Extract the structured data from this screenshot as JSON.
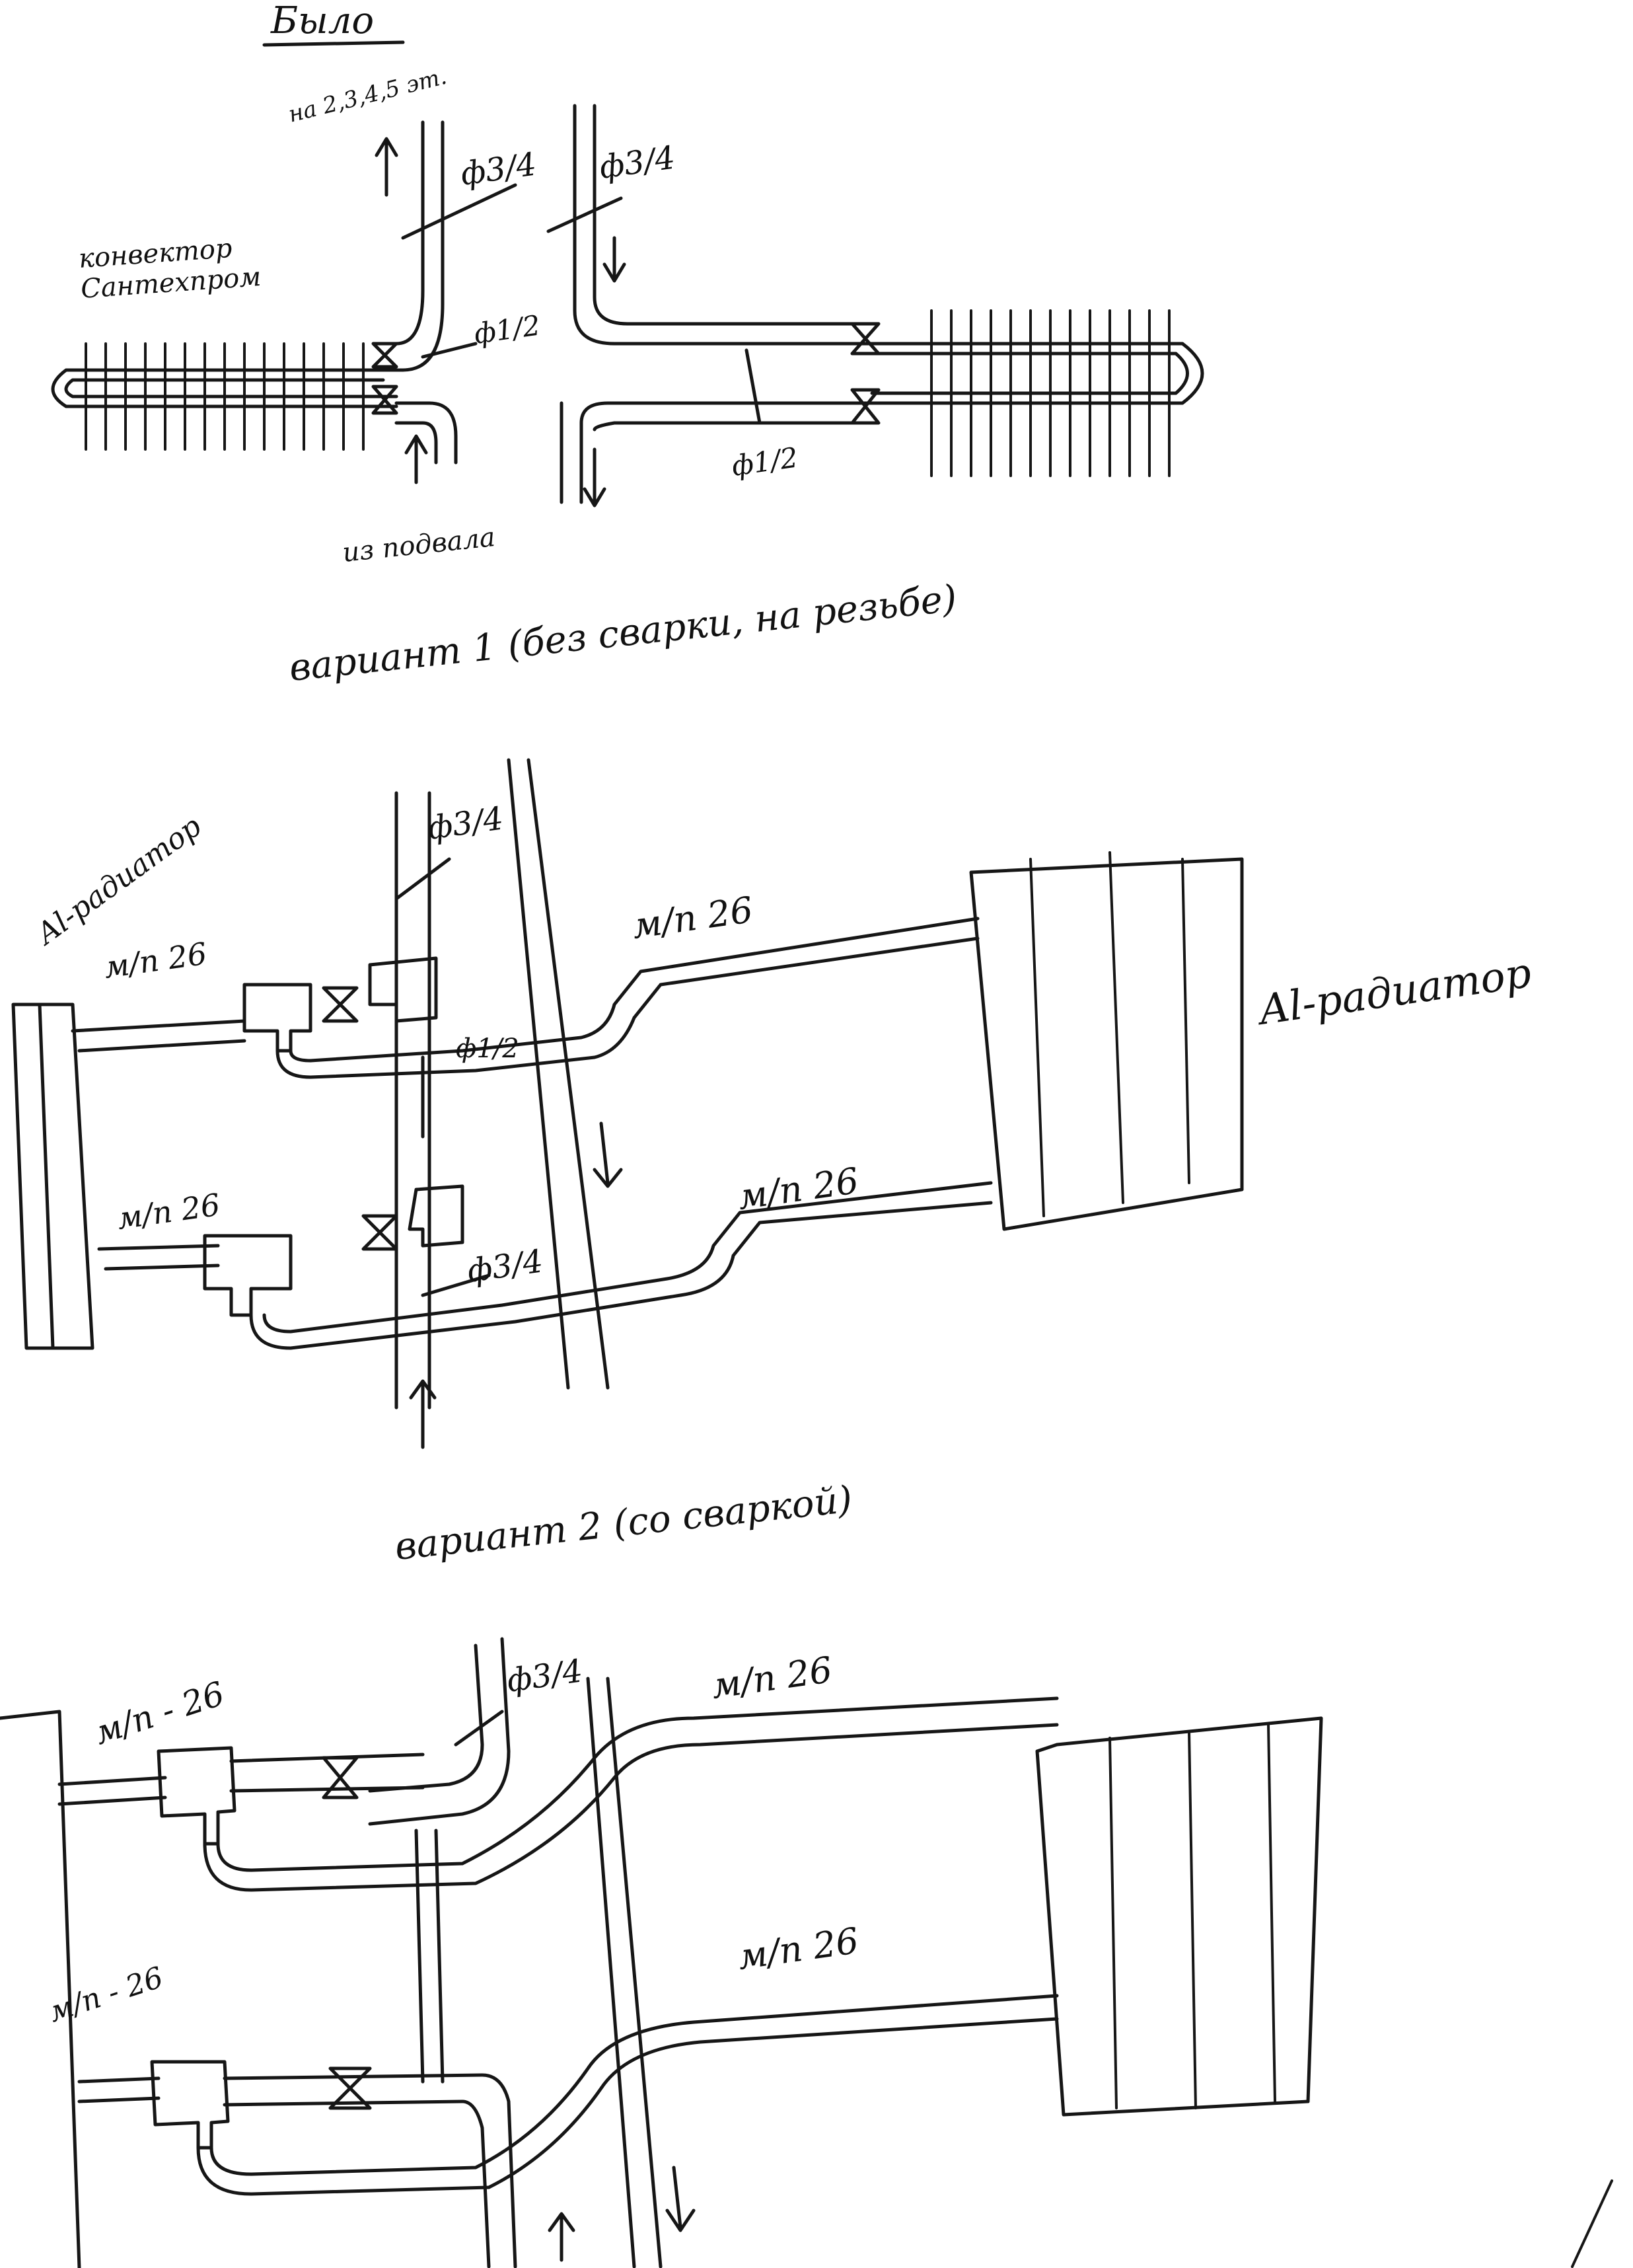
{
  "title": "Было",
  "ink_color": "#161616",
  "paper_color": "#ffffff",
  "variant1": {
    "label_up": "на 2,3,4,5 эт.",
    "pipe_main_left": "ф3/4",
    "pipe_main_right": "ф3/4",
    "pipe_branch_left": "ф1/2",
    "pipe_branch_right": "ф1/2",
    "convector_label": "конвектор\nСантехпром",
    "from_basement": "из подвала",
    "caption": "вариант 1 (без сварки, на резьбе)"
  },
  "variant2": {
    "radiator_left_label": "Al-радиатор",
    "radiator_right_label": "Al-радиатор",
    "riser_top": "ф3/4",
    "riser_bottom": "ф3/4",
    "branch": "ф1/2",
    "mp_upper_left": "м/п 26",
    "mp_lower_left": "м/п 26",
    "mp_upper_right": "м/п 26",
    "mp_lower_right": "м/п 26",
    "caption": "вариант 2 (со сваркой)"
  },
  "variant3": {
    "riser": "ф3/4",
    "mp_upper_left": "м/п - 26",
    "mp_lower_left": "м/п - 26",
    "mp_upper_right": "м/п 26",
    "mp_lower_right": "м/п 26"
  }
}
